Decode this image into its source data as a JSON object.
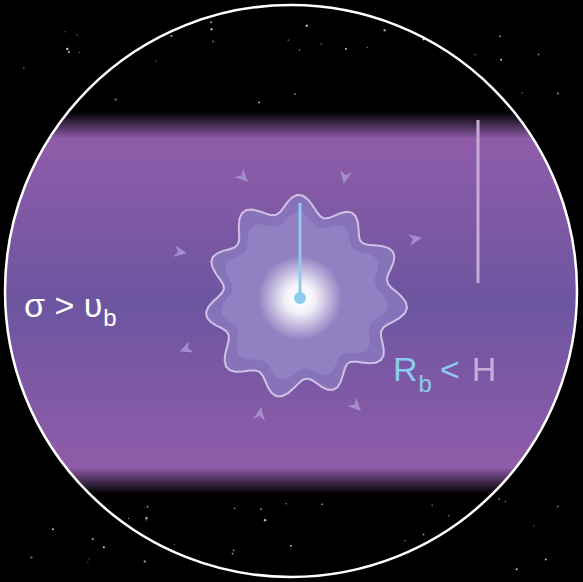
{
  "diagram": {
    "labels": [
      "σ > υ",
      "b",
      "R",
      "b",
      "<",
      "H"
    ]
  }
}
